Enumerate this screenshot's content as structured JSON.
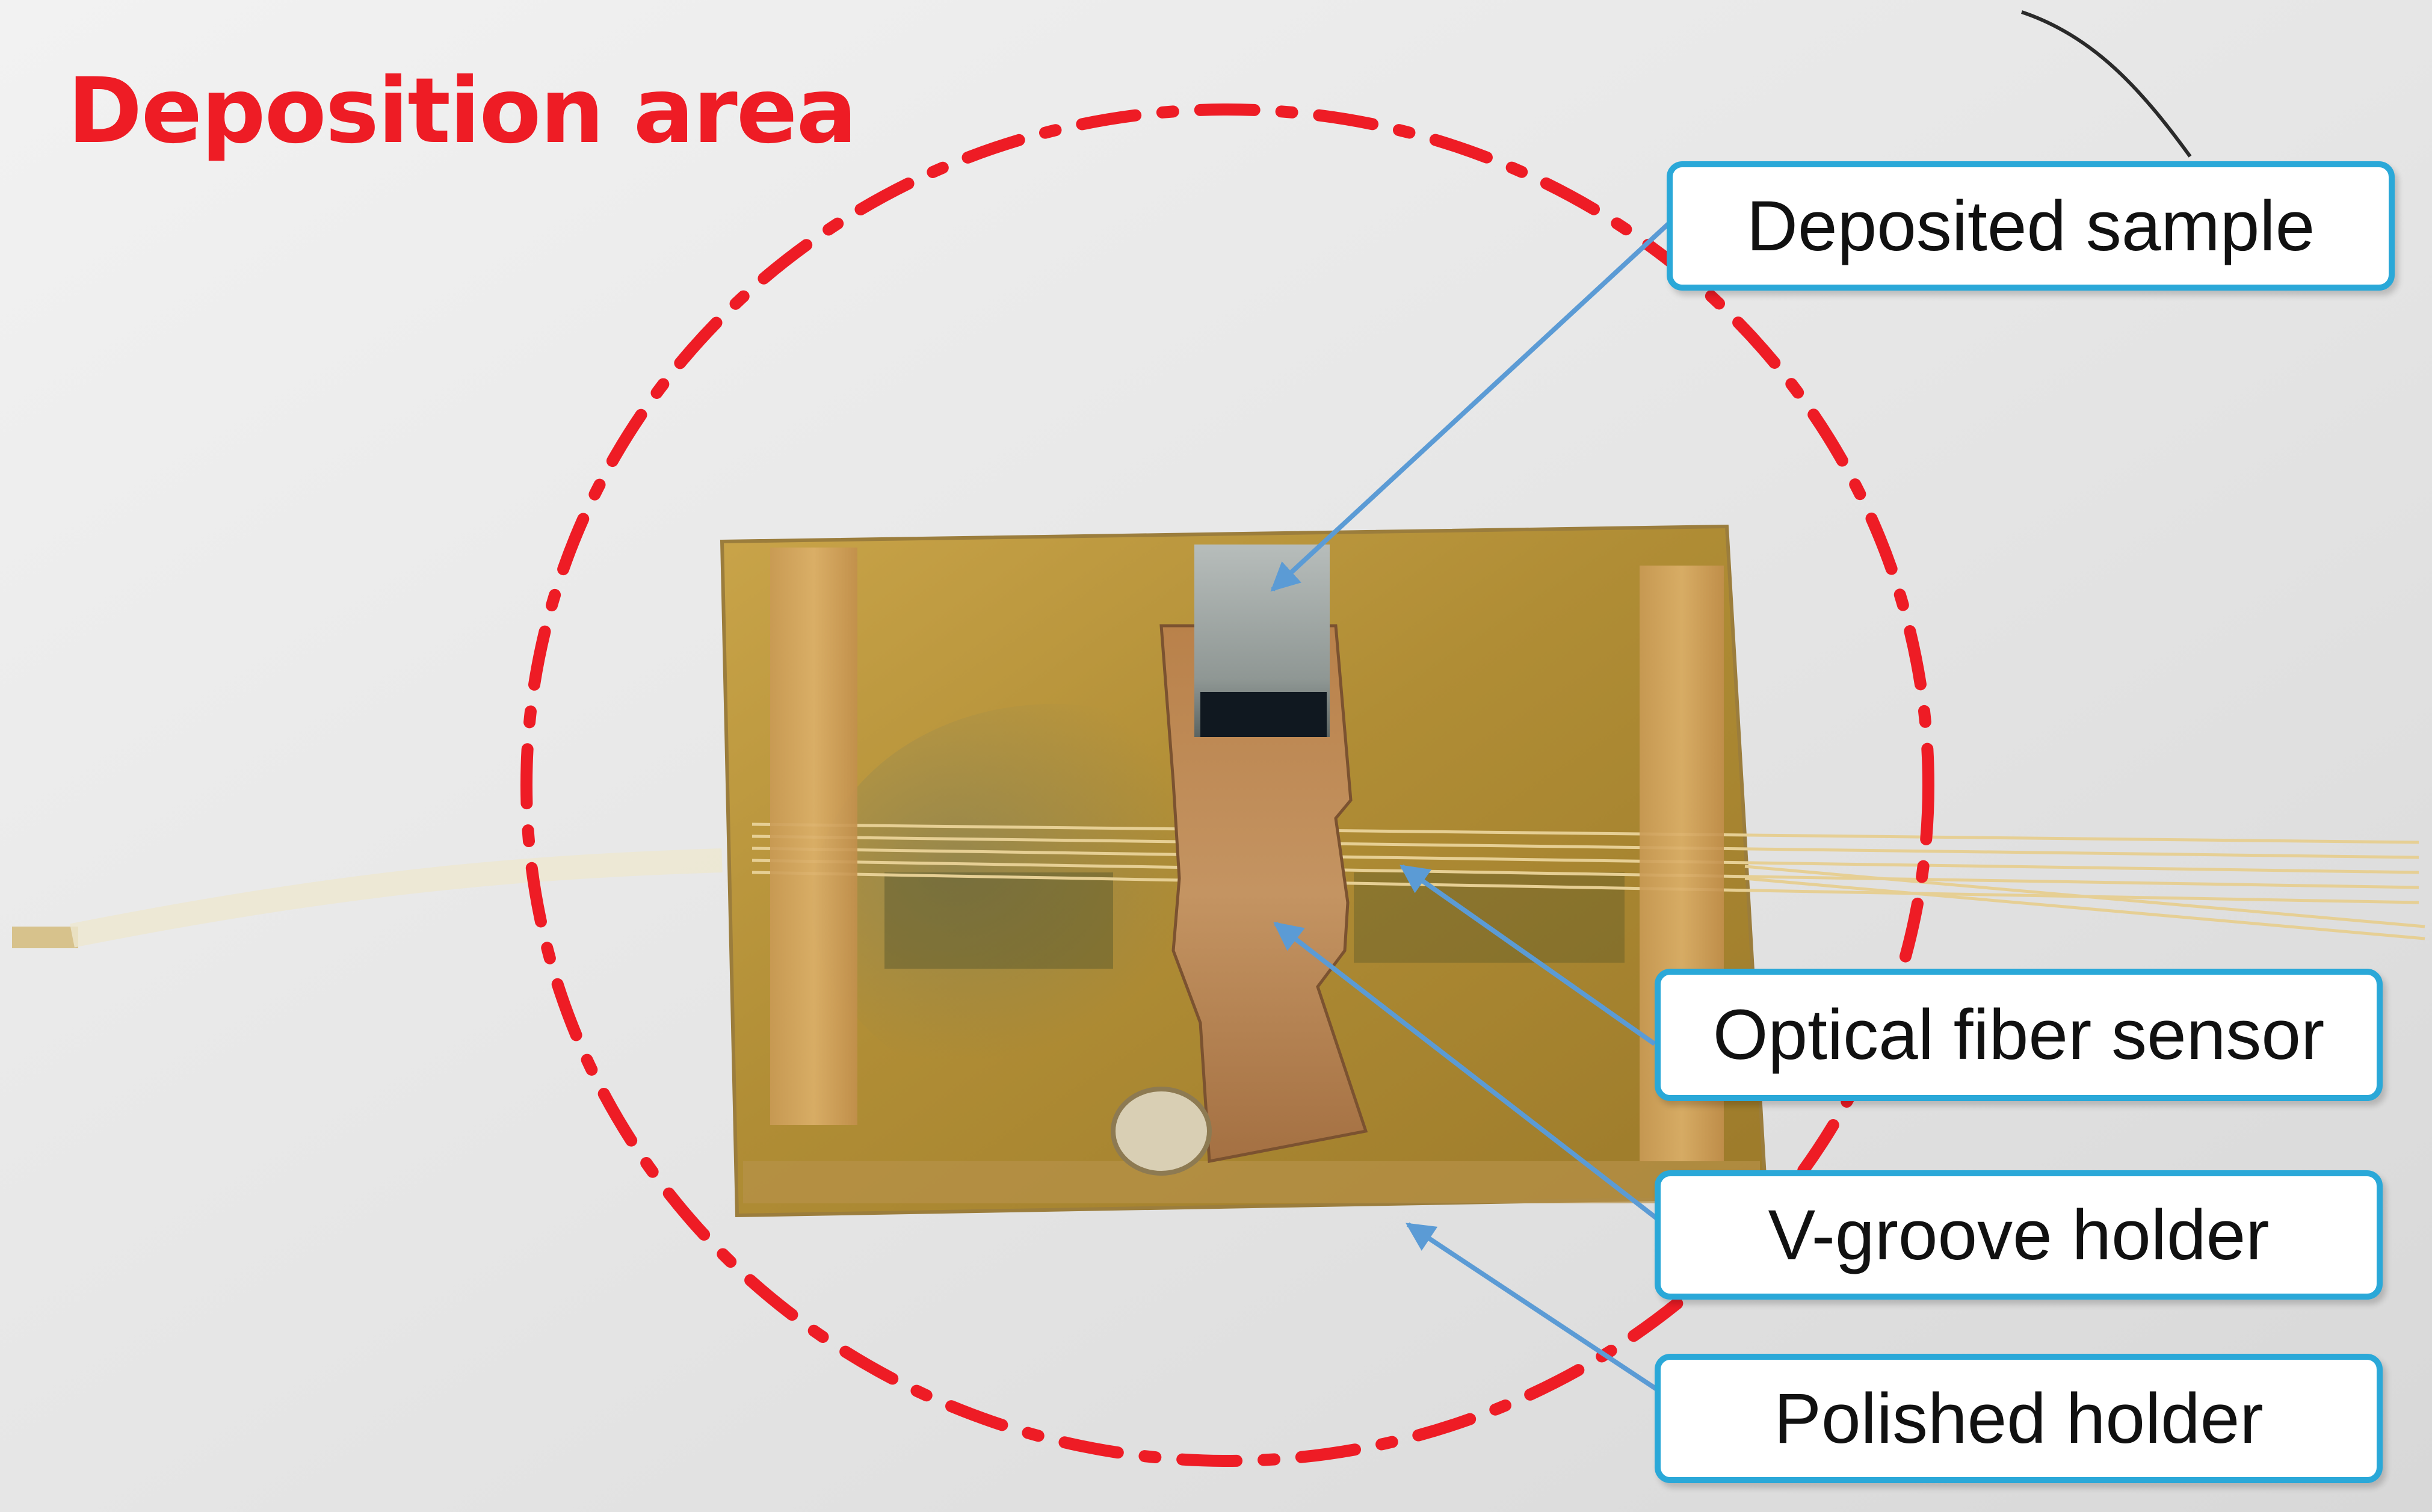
{
  "title": "Deposition area",
  "labels": {
    "deposited_sample": "Deposited sample",
    "optical_fiber_sensor": "Optical fiber sensor",
    "v_groove_holder": "V-groove holder",
    "polished_holder": "Polished holder"
  },
  "colors": {
    "deposition_outline": "#ee1c25",
    "callout_border": "#2aa8d8",
    "arrow": "#5b9bd5"
  }
}
